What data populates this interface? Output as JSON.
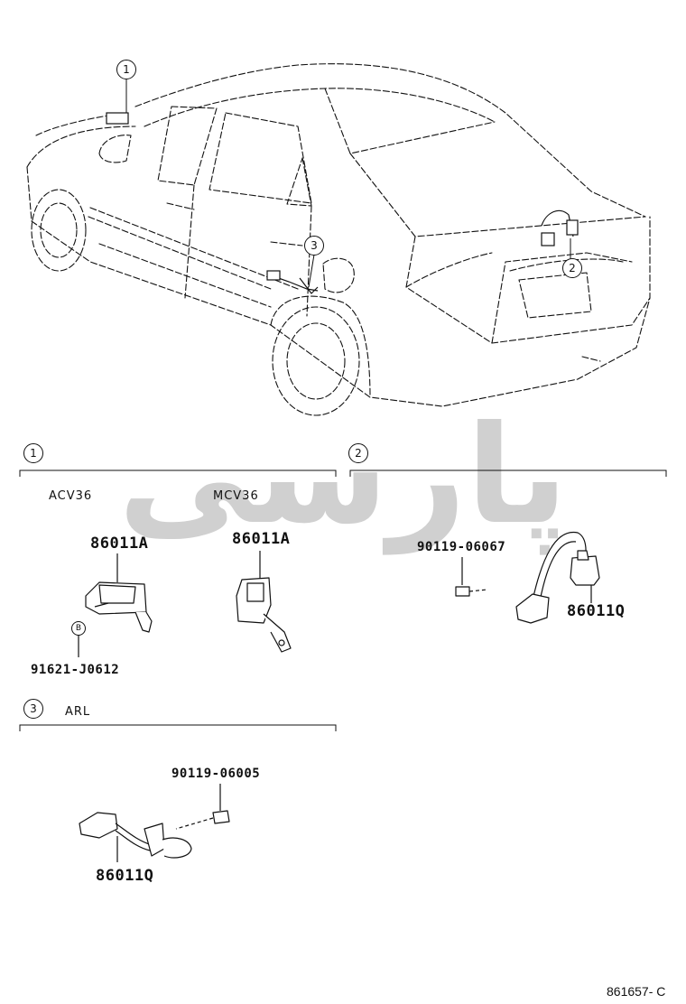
{
  "callouts": [
    "1",
    "2",
    "3"
  ],
  "sections": [
    {
      "number": "1",
      "variants": [
        "ACV36",
        "MCV36"
      ]
    },
    {
      "number": "2"
    },
    {
      "number": "3",
      "variants": [
        "ARL"
      ]
    }
  ],
  "parts": {
    "acv36_sensor": "86011A",
    "acv36_clip": "91621-J0612",
    "clip_marker": "B",
    "mcv36_sensor": "86011A",
    "rear_bolt": "90119-06067",
    "rear_sensor": "86011Q",
    "arl_bolt": "90119-06005",
    "arl_sensor": "86011Q"
  },
  "watermark_text": "پارسی",
  "diagram_code": "861657- C",
  "colors": {
    "line": "#111111",
    "watermark": "#c8c8c8"
  }
}
